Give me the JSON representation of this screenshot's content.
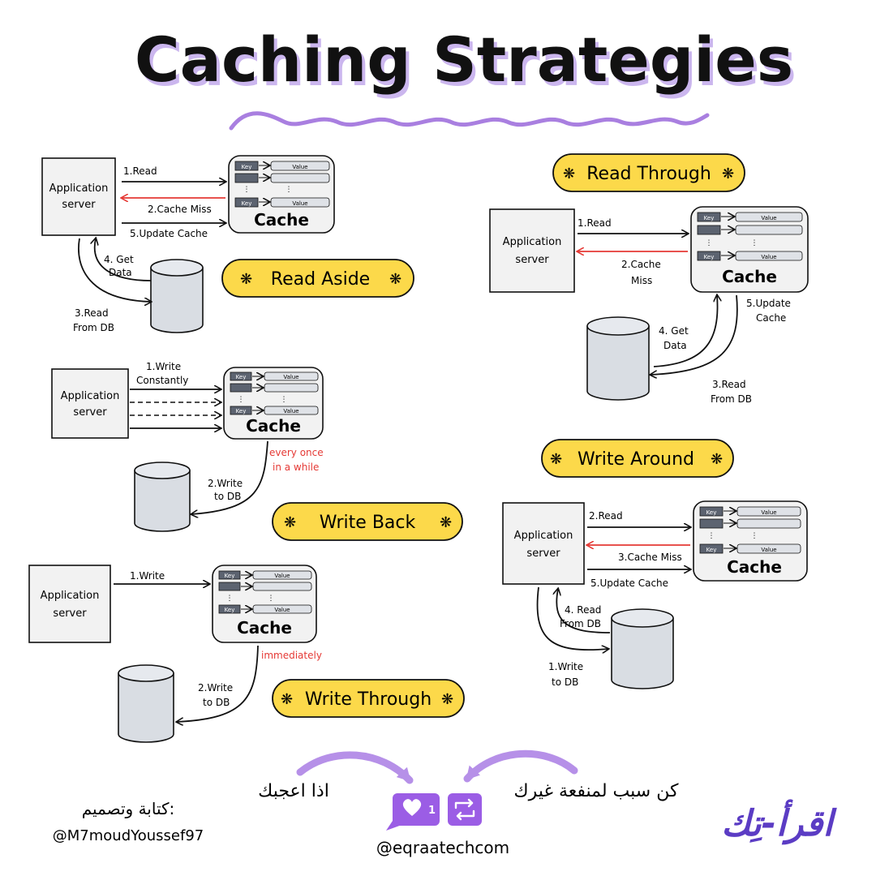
{
  "title": "Caching Strategies",
  "colors": {
    "accent_purple": "#a97fe0",
    "label_yellow": "#fcd94a",
    "miss_red": "#e53935",
    "box_fill": "#f2f2f2",
    "db_fill": "#d9dde3",
    "ink": "#111111",
    "brand_purple": "#5b3cc4"
  },
  "common": {
    "app_line1": "Application",
    "app_line2": "server",
    "cache": "Cache",
    "key": "Key",
    "value": "Value"
  },
  "read_aside": {
    "label": "Read Aside",
    "read": "1.Read",
    "miss": "2.Cache Miss",
    "update": "5.Update Cache",
    "get1": "4. Get",
    "get2": "Data",
    "readdb1": "3.Read",
    "readdb2": "From DB"
  },
  "read_through": {
    "label": "Read Through",
    "read": "1.Read",
    "miss1": "2.Cache",
    "miss2": "Miss",
    "update1": "5.Update",
    "update2": "Cache",
    "get1": "4. Get",
    "get2": "Data",
    "readdb1": "3.Read",
    "readdb2": "From DB"
  },
  "write_back": {
    "label": "Write Back",
    "write1": "1.Write",
    "write2": "Constantly",
    "note1": "every once",
    "note2": "in a while",
    "db1": "2.Write",
    "db2": "to DB"
  },
  "write_around": {
    "label": "Write Around",
    "read": "2.Read",
    "miss": "3.Cache Miss",
    "update": "5.Update Cache",
    "get1": "4. Read",
    "get2": "From DB",
    "db1": "1.Write",
    "db2": "to DB"
  },
  "write_through": {
    "label": "Write Through",
    "write": "1.Write",
    "note": "immediately",
    "db1": "2.Write",
    "db2": "to DB"
  },
  "footer": {
    "left_ar": "اذا اعجبك",
    "right_ar": "كن سبب لمنفعة غيرك",
    "like_count": "1",
    "handle": "@eqraatechcom",
    "credit_ar": "كتابة وتصميم:",
    "credit_handle": "@M7moudYoussef97",
    "brand": "اقرأ-تِك"
  }
}
